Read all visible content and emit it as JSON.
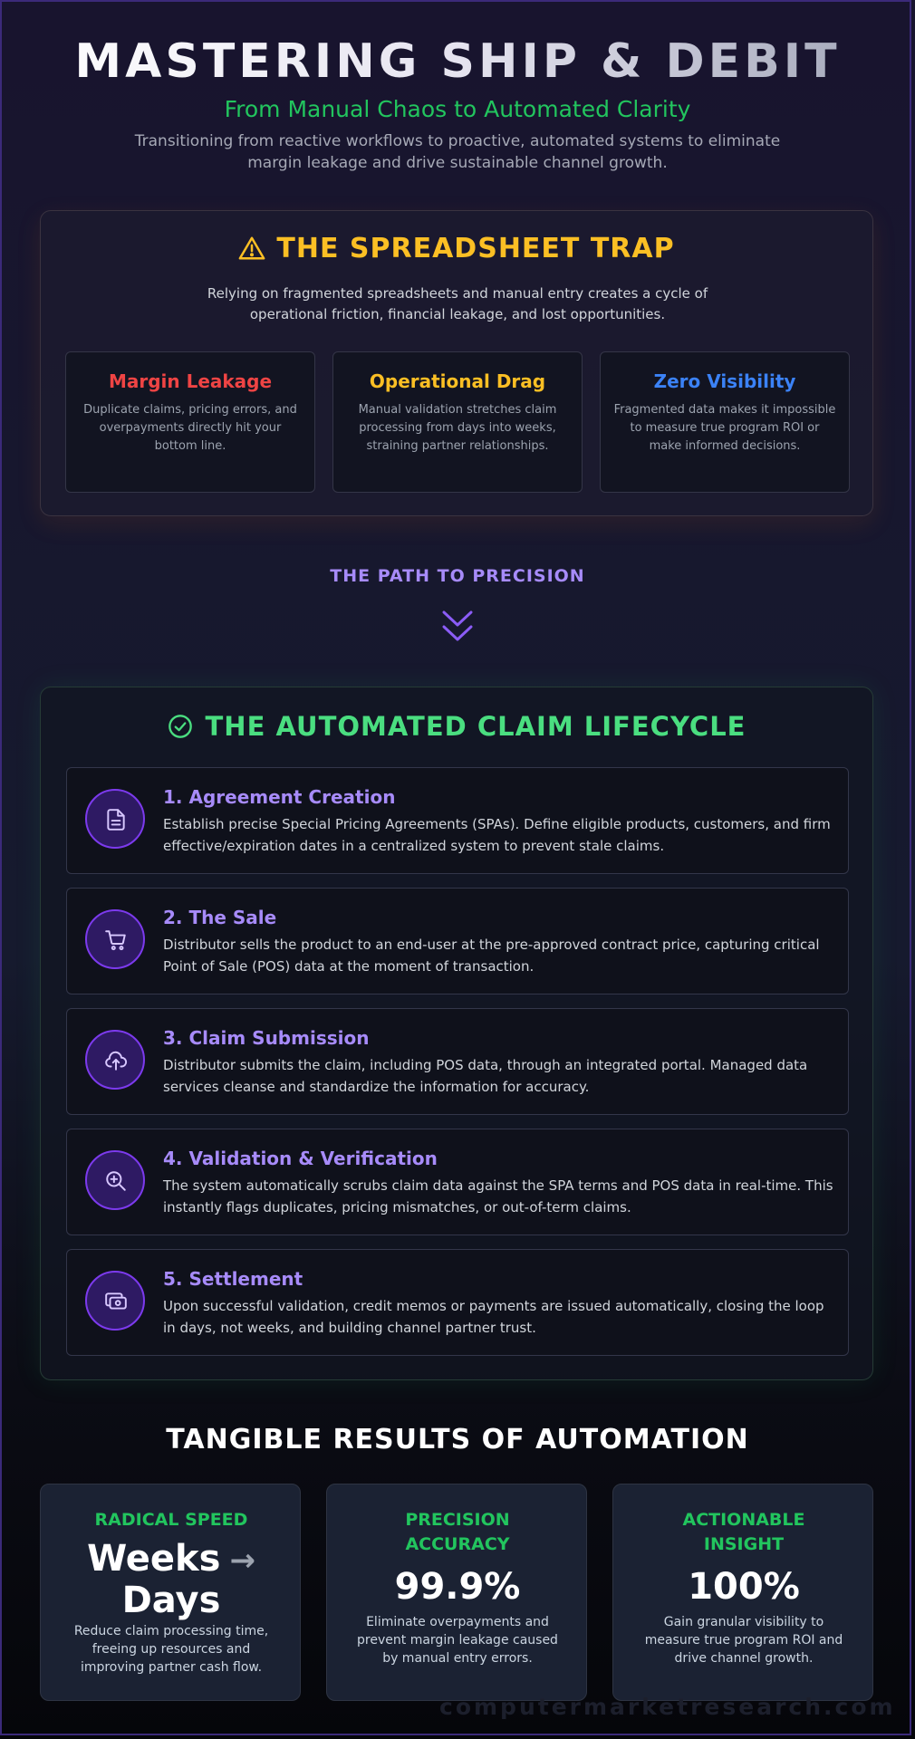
{
  "hero": {
    "title": "MASTERING SHIP & DEBIT",
    "subtitle": "From Manual Chaos to Automated Clarity",
    "description": "Transitioning from reactive workflows to proactive, automated systems to eliminate margin leakage and drive sustainable channel growth."
  },
  "trap": {
    "title": "THE SPREADSHEET TRAP",
    "icon": "warning-triangle-icon",
    "description": "Relying on fragmented spreadsheets and manual entry creates a cycle of operational friction, financial leakage, and lost opportunities.",
    "cards": [
      {
        "title": "Margin Leakage",
        "color": "#ef4444",
        "text": "Duplicate claims, pricing errors, and overpayments directly hit your bottom line."
      },
      {
        "title": "Operational Drag",
        "color": "#fbbf24",
        "text": "Manual validation stretches claim processing from days into weeks, straining partner relationships."
      },
      {
        "title": "Zero Visibility",
        "color": "#3b82f6",
        "text": "Fragmented data makes it impossible to measure true program ROI or make informed decisions."
      }
    ]
  },
  "path": {
    "label": "THE PATH TO PRECISION",
    "icon": "double-chevron-down-icon"
  },
  "lifecycle": {
    "title": "THE AUTOMATED CLAIM LIFECYCLE",
    "icon": "check-circle-icon",
    "steps": [
      {
        "title": "1. Agreement Creation",
        "icon": "document-icon",
        "text": "Establish precise Special Pricing Agreements (SPAs). Define eligible products, customers, and firm effective/expiration dates in a centralized system to prevent stale claims."
      },
      {
        "title": "2. The Sale",
        "icon": "shopping-cart-icon",
        "text": "Distributor sells the product to an end-user at the pre-approved contract price, capturing critical Point of Sale (POS) data at the moment of transaction."
      },
      {
        "title": "3. Claim Submission",
        "icon": "cloud-upload-icon",
        "text": "Distributor submits the claim, including POS data, through an integrated portal. Managed data services cleanse and standardize the information for accuracy."
      },
      {
        "title": "4. Validation & Verification",
        "icon": "zoom-in-icon",
        "text": "The system automatically scrubs claim data against the SPA terms and POS data in real-time. This instantly flags duplicates, pricing mismatches, or out-of-term claims."
      },
      {
        "title": "5. Settlement",
        "icon": "payment-icon",
        "text": "Upon successful validation, credit memos or payments are issued automatically, closing the loop in days, not weeks, and building channel partner trust."
      }
    ]
  },
  "results": {
    "title": "TANGIBLE RESULTS OF AUTOMATION",
    "cards": [
      {
        "heading": "RADICAL SPEED",
        "big_from": "Weeks",
        "arrow": "→",
        "big_to": "Days",
        "text": "Reduce claim processing time, freeing up resources and improving partner cash flow."
      },
      {
        "heading": "PRECISION ACCURACY",
        "big": "99.9%",
        "text": "Eliminate overpayments and prevent margin leakage caused by manual entry errors."
      },
      {
        "heading": "ACTIONABLE INSIGHT",
        "big": "100%",
        "text": "Gain granular visibility to measure true program ROI and drive channel growth."
      }
    ]
  },
  "watermark": "computermarketresearch.com"
}
